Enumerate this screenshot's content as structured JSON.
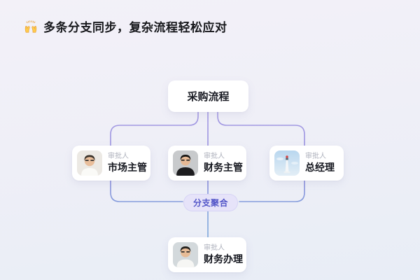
{
  "title": {
    "icon": "raising-hands",
    "text": "多条分支同步，复杂流程轻松应对"
  },
  "flow": {
    "start_node": {
      "label": "采购流程"
    },
    "branch_nodes": [
      {
        "role_label": "审批人",
        "name": "市场主管",
        "avatar": "person-glasses-light-shirt"
      },
      {
        "role_label": "审批人",
        "name": "财务主管",
        "avatar": "person-glasses-black-jacket"
      },
      {
        "role_label": "审批人",
        "name": "总经理",
        "avatar": "lighthouse-photo"
      }
    ],
    "merge_badge": {
      "label": "分支聚合"
    },
    "end_node": {
      "role_label": "审批人",
      "name": "财务办理",
      "avatar": "person-glasses-white-shirt"
    }
  },
  "colors": {
    "connector_purple": "#AFA2E6",
    "connector_indigo": "#8C8DDC",
    "connector_blue": "#7FA9DB",
    "badge_bg": "#E6E3F9",
    "badge_text": "#5356C8",
    "card_bg": "#FFFFFF",
    "role_text": "#AEB1BC",
    "name_text": "#15171F"
  }
}
